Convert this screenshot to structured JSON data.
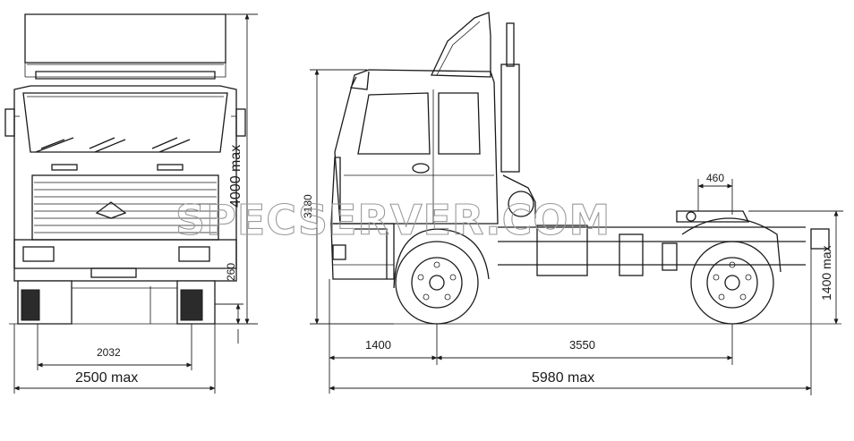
{
  "dimensions": {
    "front_height": "4000 max",
    "front_ground_clearance": "260",
    "front_track": "2032",
    "front_width": "2500 max",
    "side_cab_height": "3180",
    "side_coupling_offset": "460",
    "side_fifth_wheel_height": "1400 max",
    "side_front_overhang": "1400",
    "side_wheelbase": "3550",
    "side_length": "5980 max"
  },
  "watermark": "SPECSERVER.COM",
  "colors": {
    "line": "#1a1a1a",
    "watermark": "#9a9a9a",
    "background": "#ffffff"
  }
}
